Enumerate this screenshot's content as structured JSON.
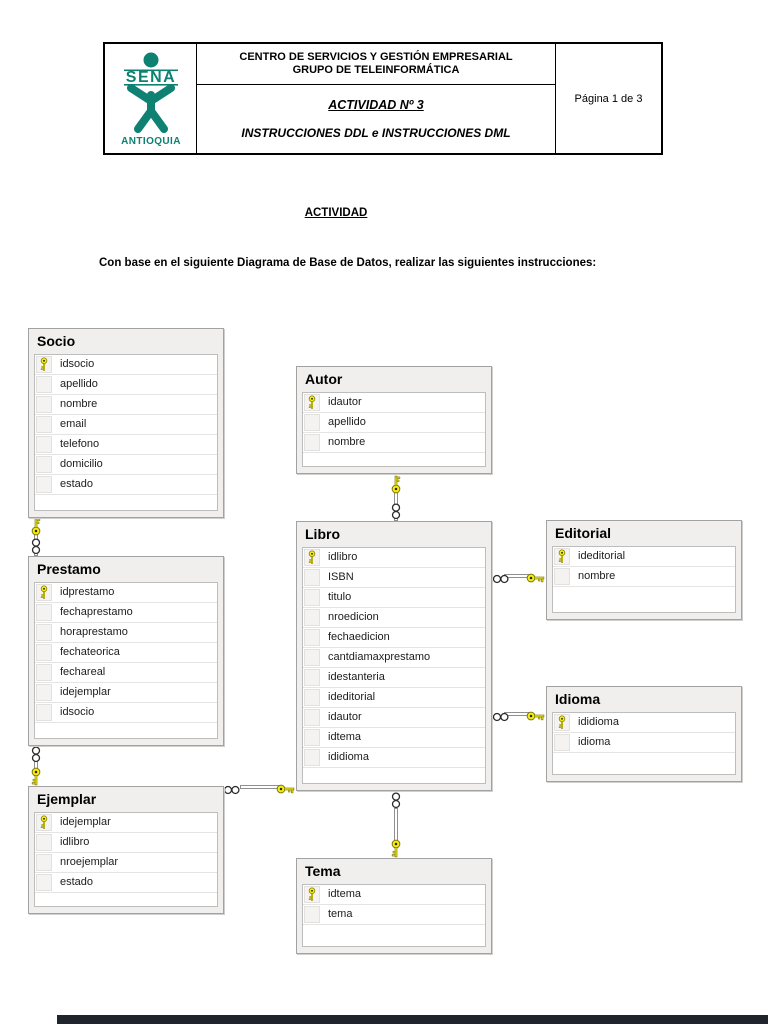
{
  "header": {
    "logo": {
      "brand": "SENA",
      "region": "ANTIOQUIA"
    },
    "center_line1": "CENTRO DE SERVICIOS Y GESTIÓN EMPRESARIAL",
    "center_line2": "GRUPO DE TELEINFORMÁTICA",
    "activity_title": "ACTIVIDAD Nº 3",
    "activity_subtitle": "INSTRUCCIONES DDL e INSTRUCCIONES DML",
    "page_indicator": "Página 1 de 3"
  },
  "body": {
    "section_title": "ACTIVIDAD",
    "intro_text": "Con base en el siguiente Diagrama de Base de Datos,  realizar las siguientes instrucciones:"
  },
  "diagram": {
    "tables": [
      {
        "id": "socio",
        "name": "Socio",
        "fields": [
          {
            "name": "idsocio",
            "pk": true
          },
          {
            "name": "apellido",
            "pk": false
          },
          {
            "name": "nombre",
            "pk": false
          },
          {
            "name": "email",
            "pk": false
          },
          {
            "name": "telefono",
            "pk": false
          },
          {
            "name": "domicilio",
            "pk": false
          },
          {
            "name": "estado",
            "pk": false
          }
        ]
      },
      {
        "id": "autor",
        "name": "Autor",
        "fields": [
          {
            "name": "idautor",
            "pk": true
          },
          {
            "name": "apellido",
            "pk": false
          },
          {
            "name": "nombre",
            "pk": false
          }
        ]
      },
      {
        "id": "libro",
        "name": "Libro",
        "fields": [
          {
            "name": "idlibro",
            "pk": true
          },
          {
            "name": "ISBN",
            "pk": false
          },
          {
            "name": "titulo",
            "pk": false
          },
          {
            "name": "nroedicion",
            "pk": false
          },
          {
            "name": "fechaedicion",
            "pk": false
          },
          {
            "name": "cantdiamaxprestamo",
            "pk": false
          },
          {
            "name": "idestanteria",
            "pk": false
          },
          {
            "name": "ideditorial",
            "pk": false
          },
          {
            "name": "idautor",
            "pk": false
          },
          {
            "name": "idtema",
            "pk": false
          },
          {
            "name": "ididioma",
            "pk": false
          }
        ]
      },
      {
        "id": "editorial",
        "name": "Editorial",
        "fields": [
          {
            "name": "ideditorial",
            "pk": true
          },
          {
            "name": "nombre",
            "pk": false
          }
        ]
      },
      {
        "id": "prestamo",
        "name": "Prestamo",
        "fields": [
          {
            "name": "idprestamo",
            "pk": true
          },
          {
            "name": "fechaprestamo",
            "pk": false
          },
          {
            "name": "horaprestamo",
            "pk": false
          },
          {
            "name": "fechateorica",
            "pk": false
          },
          {
            "name": "fechareal",
            "pk": false
          },
          {
            "name": "idejemplar",
            "pk": false
          },
          {
            "name": "idsocio",
            "pk": false
          }
        ]
      },
      {
        "id": "idioma",
        "name": "Idioma",
        "fields": [
          {
            "name": "ididioma",
            "pk": true
          },
          {
            "name": "idioma",
            "pk": false
          }
        ]
      },
      {
        "id": "ejemplar",
        "name": "Ejemplar",
        "fields": [
          {
            "name": "idejemplar",
            "pk": true
          },
          {
            "name": "idlibro",
            "pk": false
          },
          {
            "name": "nroejemplar",
            "pk": false
          },
          {
            "name": "estado",
            "pk": false
          }
        ]
      },
      {
        "id": "tema",
        "name": "Tema",
        "fields": [
          {
            "name": "idtema",
            "pk": true
          },
          {
            "name": "tema",
            "pk": false
          }
        ]
      }
    ],
    "relations": [
      {
        "one": "Socio",
        "many": "Prestamo"
      },
      {
        "one": "Ejemplar",
        "many": "Prestamo"
      },
      {
        "one": "Autor",
        "many": "Libro"
      },
      {
        "one": "Tema",
        "many": "Libro"
      },
      {
        "one": "Editorial",
        "many": "Libro"
      },
      {
        "one": "Idioma",
        "many": "Libro"
      },
      {
        "one": "Libro",
        "many": "Ejemplar"
      }
    ]
  },
  "colors": {
    "brand_teal": "#0E8173",
    "key_yellow": "#F4EC1B",
    "key_outline": "#7F7A00",
    "table_frame": "#F0EFED",
    "table_border": "#A2A2A2",
    "page_edge_dark": "#20242C"
  }
}
